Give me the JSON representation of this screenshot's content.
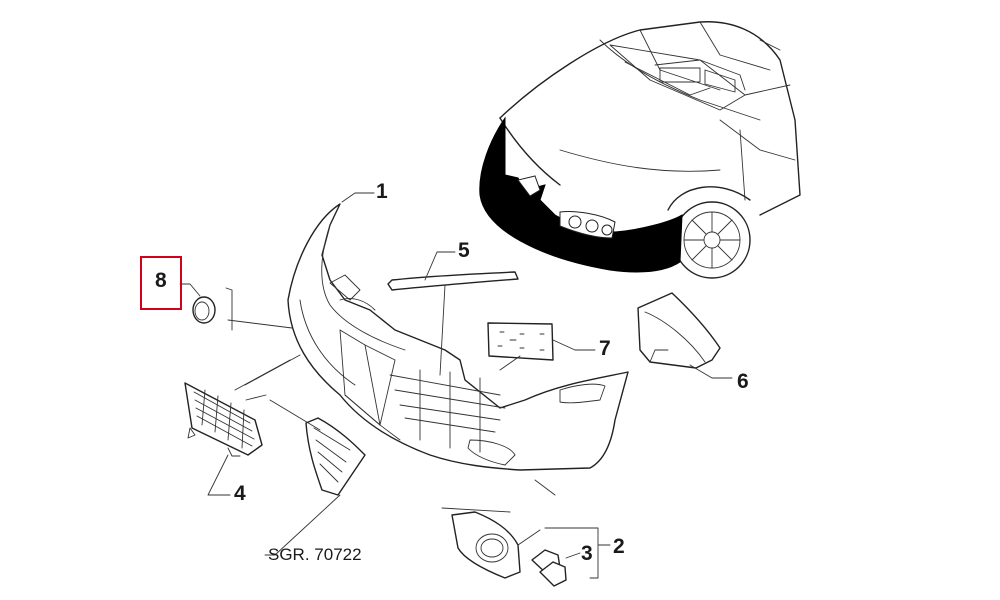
{
  "diagram": {
    "callouts": [
      {
        "id": "1",
        "label": "1"
      },
      {
        "id": "2",
        "label": "2"
      },
      {
        "id": "3",
        "label": "3"
      },
      {
        "id": "4",
        "label": "4"
      },
      {
        "id": "5",
        "label": "5"
      },
      {
        "id": "6",
        "label": "6"
      },
      {
        "id": "7",
        "label": "7"
      },
      {
        "id": "8",
        "label": "8"
      }
    ],
    "reference_code": "SGR. 70722",
    "highlight": {
      "callout": "8",
      "color": "#d0021b"
    },
    "colors": {
      "line": "#222222",
      "fill": "#ffffff",
      "bumper_silhouette": "#000000"
    }
  }
}
